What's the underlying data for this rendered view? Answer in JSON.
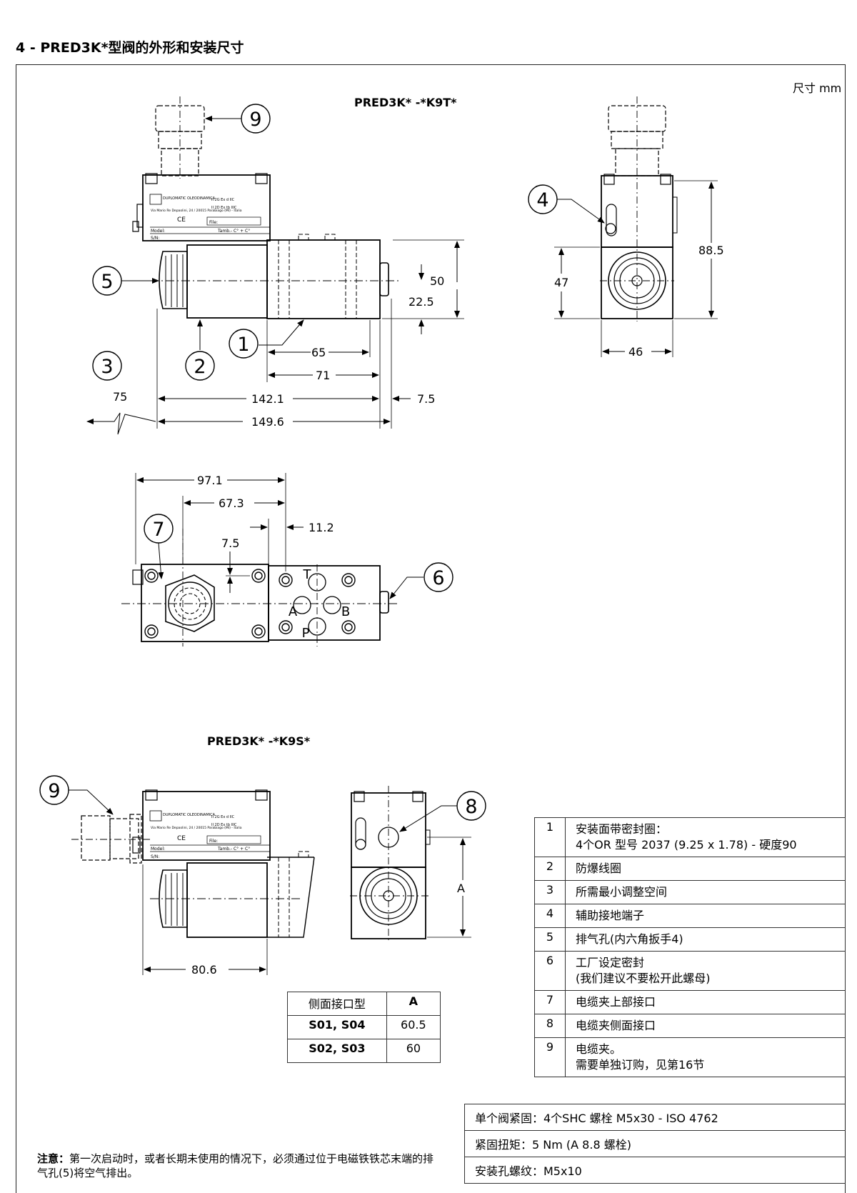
{
  "page_title": "4 - PRED3K*型阀的外形和安装尺寸",
  "units_label": "尺寸 mm",
  "views": {
    "k9t_title": "PRED3K* -*K9T*",
    "k9s_title": "PRED3K* -*K9S*"
  },
  "dimensions": {
    "d50": "50",
    "d22_5": "22.5",
    "d65": "65",
    "d71": "71",
    "d75": "75",
    "d142_1": "142.1",
    "d7_5a": "7.5",
    "d149_6": "149.6",
    "d88_5": "88.5",
    "d47": "47",
    "d46": "46",
    "d97_1": "97.1",
    "d67_3": "67.3",
    "d11_2": "11.2",
    "d7_5b": "7.5",
    "d80_6": "80.6",
    "dA": "A"
  },
  "callouts": [
    "1",
    "2",
    "3",
    "4",
    "5",
    "6",
    "7",
    "8",
    "9"
  ],
  "ports": {
    "T": "T",
    "A": "A",
    "B": "B",
    "P": "P"
  },
  "nameplate": {
    "brand": "DUPLOMATIC OLEODINAMICA",
    "address": "Via Mario Re Depaolini, 24 / 20015 Parabiago (MI) - Italia",
    "atex1": "II 2G Ex d IIC",
    "atex2": "II 2D Ex tb IIIC",
    "ce": "CE",
    "file": "File:",
    "model": "Model:",
    "tamb": "Tamb.-  C° +  C°",
    "sn": "S/N:"
  },
  "legend": [
    {
      "num": "1",
      "text": "安装面带密封圈：",
      "text2": "4个OR 型号 2037 (9.25 x 1.78) - 硬度90"
    },
    {
      "num": "2",
      "text": "防爆线圈",
      "text2": ""
    },
    {
      "num": "3",
      "text": "所需最小调整空间",
      "text2": ""
    },
    {
      "num": "4",
      "text": "辅助接地端子",
      "text2": ""
    },
    {
      "num": "5",
      "text": "排气孔(内六角扳手4)",
      "text2": ""
    },
    {
      "num": "6",
      "text": "工厂设定密封",
      "text2": " (我们建议不要松开此螺母)"
    },
    {
      "num": "7",
      "text": "电缆夹上部接口",
      "text2": ""
    },
    {
      "num": "8",
      "text": "电缆夹侧面接口",
      "text2": ""
    },
    {
      "num": "9",
      "text": "电缆夹。",
      "text2": "需要单独订购，见第16节"
    }
  ],
  "port_table": {
    "header": [
      "侧面接口型",
      "A"
    ],
    "rows": [
      [
        "S01, S04",
        "60.5"
      ],
      [
        "S02, S03",
        "60"
      ]
    ]
  },
  "specs": [
    "单个阀紧固：4个SHC 螺栓 M5x30 - ISO 4762",
    "紧固扭矩：5 Nm (A 8.8 螺栓)",
    "安装孔螺纹：M5x10"
  ],
  "note": {
    "label": "注意：",
    "text": "第一次启动时，或者长期未使用的情况下，必须通过位于电磁铁铁芯末端的排气孔(5)将空气排出。"
  }
}
